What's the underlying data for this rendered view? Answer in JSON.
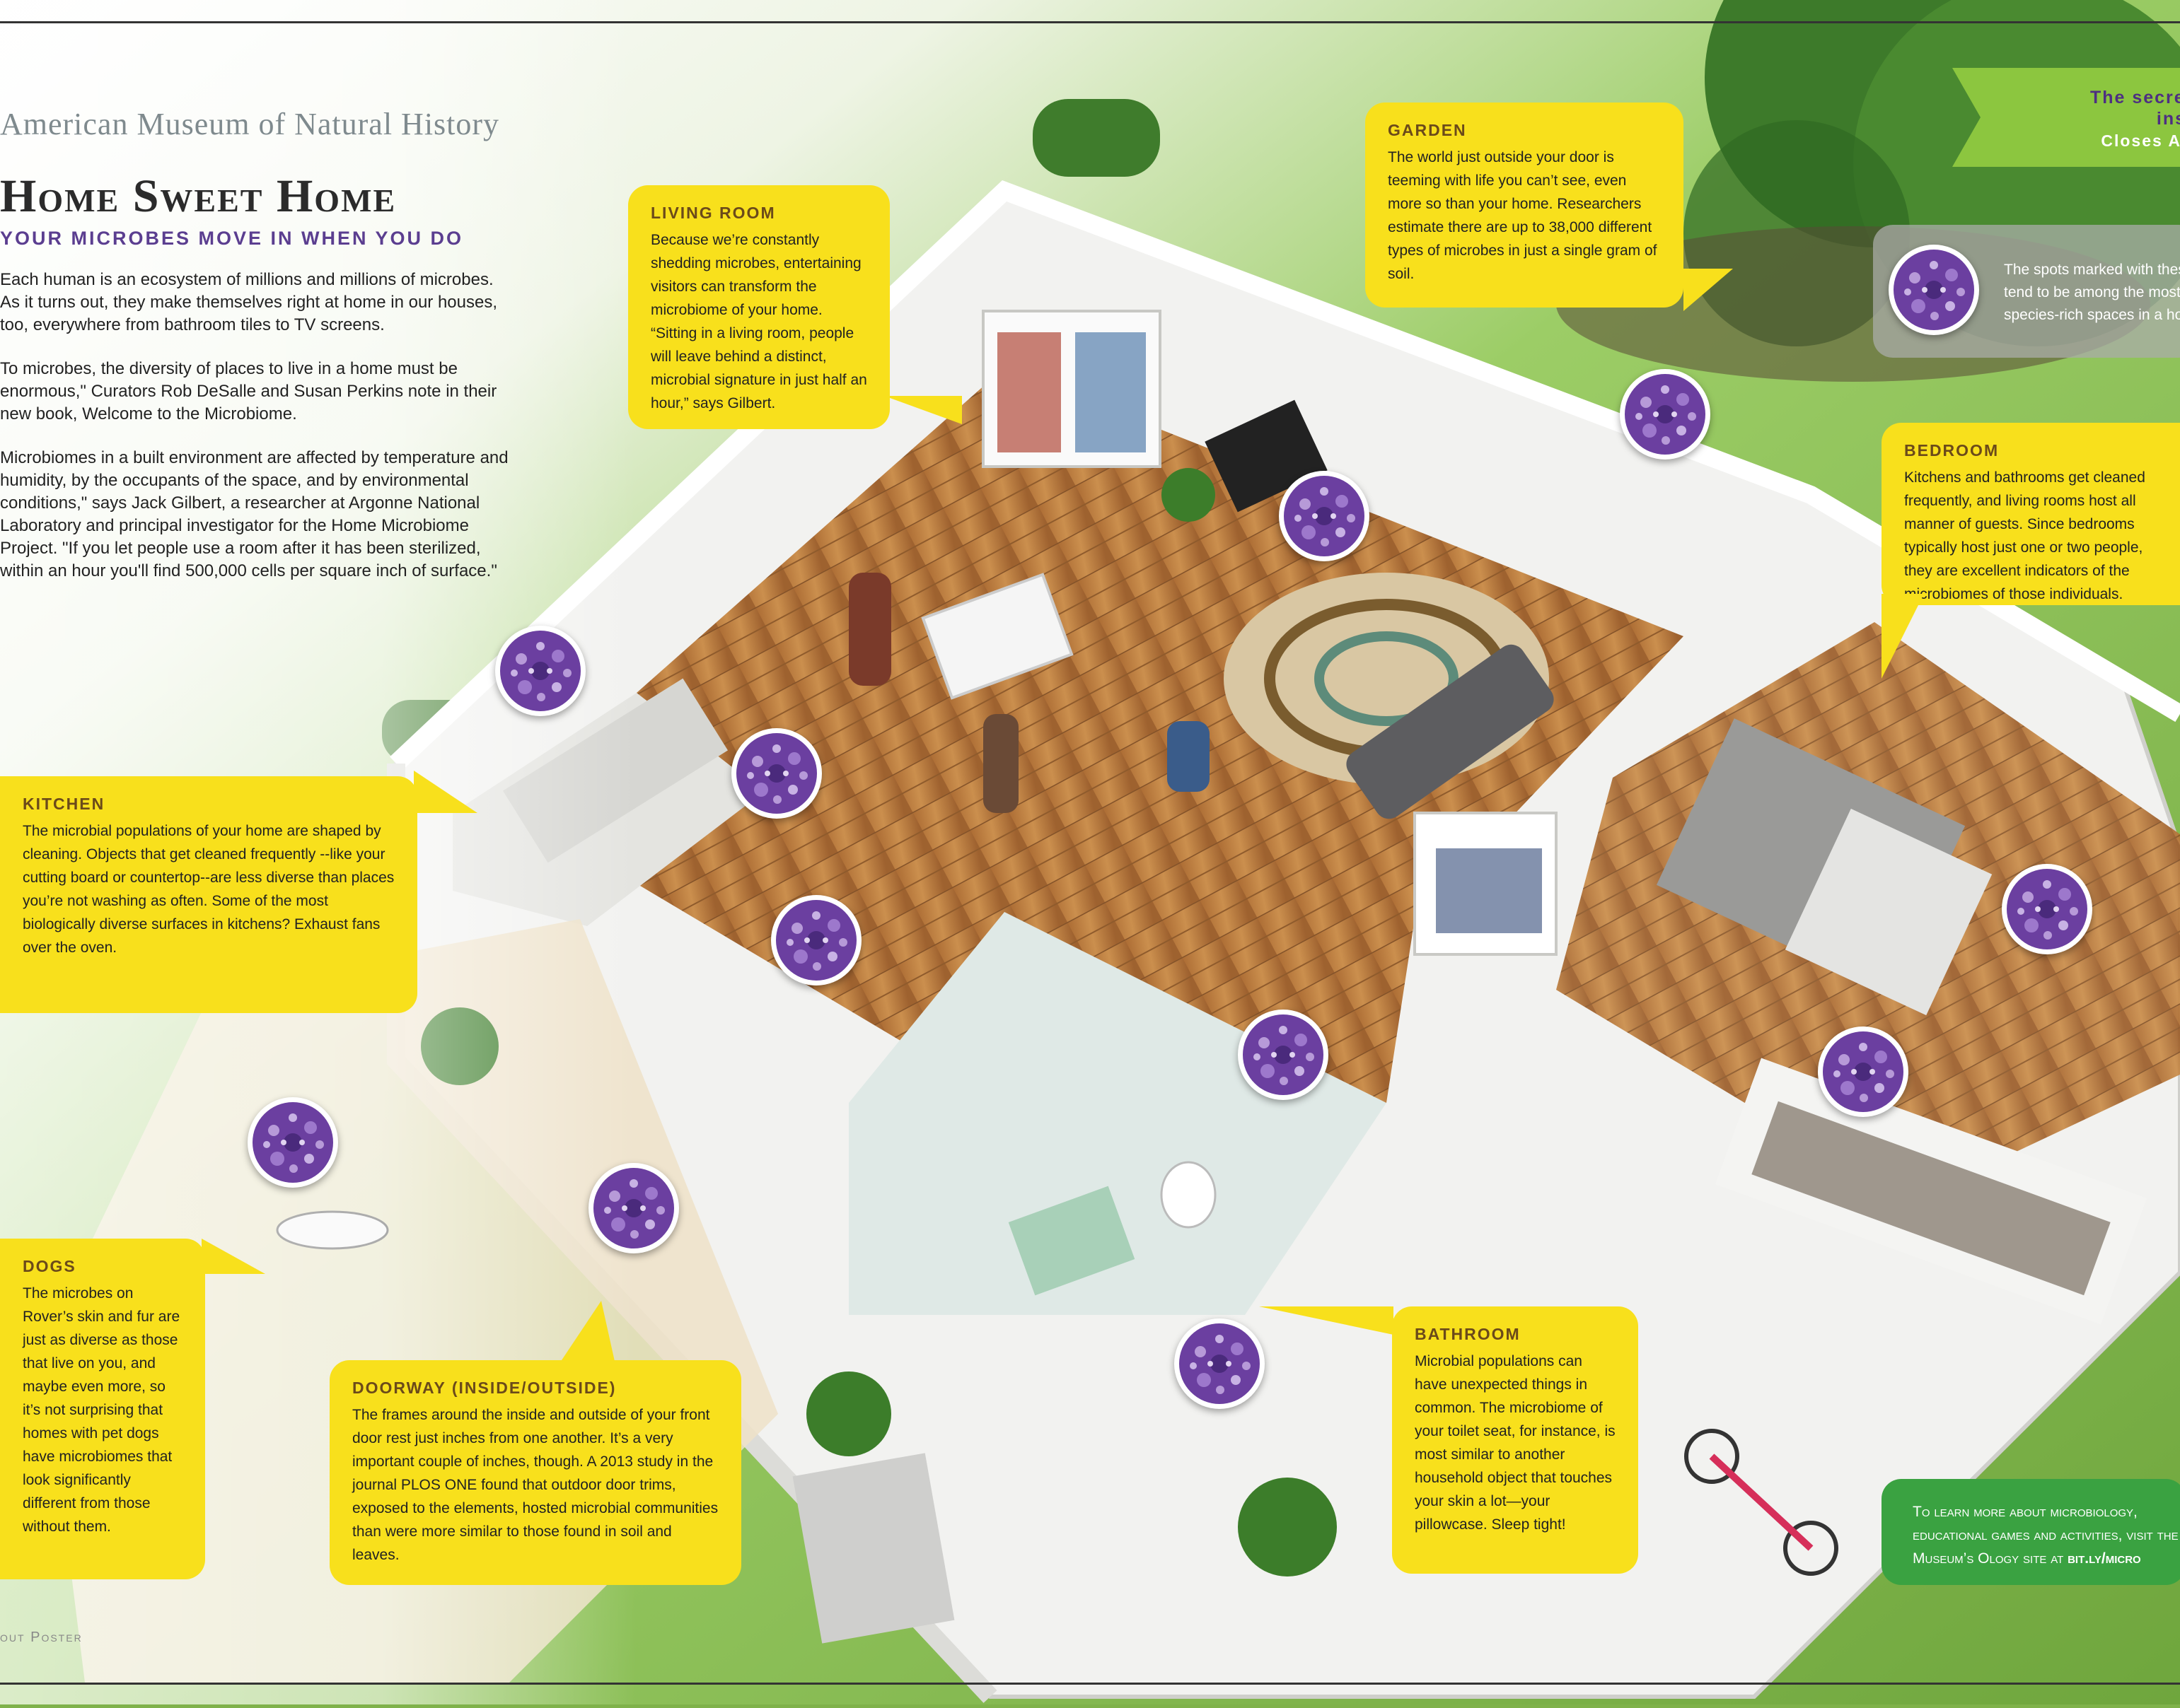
{
  "header": {
    "museum": "American Museum of Natural History",
    "title": "Home Sweet Home",
    "subtitle": "Your microbes move in when you do"
  },
  "intro": [
    "Each human is an ecosystem of millions and millions of microbes. As it turns out, they make themselves right at home in our houses, too, everywhere from bathroom tiles to TV screens.",
    "To microbes, the diversity of places to live in a home must be enormous,\" Curators Rob DeSalle and Susan Perkins note in their new book, Welcome to the Microbiome.",
    "Microbiomes in a built environment are affected by temperature and humidity, by the occupants of the space, and by environmental conditions,\" says Jack Gilbert, a researcher at Argonne National Laboratory and principal investigator for the Home Microbiome Project. \"If you let people use a room after it has been sterilized, within an hour you'll find 500,000 cells per square inch of surface.\""
  ],
  "callouts": {
    "living_room": {
      "title": "Living Room",
      "body": "Because we’re constantly shedding microbes, entertaining visitors can transform the microbiome of your home. “Sitting in a living room, people will leave behind a distinct, microbial signature in just half an hour,” says Gilbert."
    },
    "garden": {
      "title": "Garden",
      "body": "The world just outside your door is teeming with life you can’t see, even more so than your home. Researchers estimate there are up to 38,000 different types of microbes in just a single gram of soil."
    },
    "kitchen": {
      "title": "Kitchen",
      "body": "The microbial populations of your home are shaped by cleaning. Objects that get cleaned frequently --like your cutting board or countertop--are less diverse than places you’re not washing as often. Some of the most biologically diverse surfaces in kitchens? Exhaust fans over the oven."
    },
    "bedroom": {
      "title": "Bedroom",
      "body": "Kitchens and bathrooms get cleaned frequently, and living rooms host all manner of guests. Since bedrooms typically host just one or two people, they are excellent indicators of the microbiomes of those individuals."
    },
    "dogs": {
      "title": "Dogs",
      "body": "The microbes on Rover’s skin and fur are just as diverse as those that live on you, and maybe even more, so it’s not surprising that homes with pet dogs have microbiomes that look significantly different from those without them."
    },
    "doorway": {
      "title": "Doorway (Inside/Outside)",
      "body": "The frames around the inside and outside of your front door rest just inches from one another. It’s a very important couple of inches, though. A 2013 study in the journal PLOS ONE found that outdoor door trims, exposed to the elements, hosted microbial communities than were more similar to those found in soil and leaves."
    },
    "bathroom": {
      "title": "Bathroom",
      "body": "Microbial populations can have unexpected things in common. The microbiome of your toilet seat, for instance, is most similar to another household object that touches your skin a lot—your pillowcase. Sleep tight!"
    }
  },
  "legend_note": "The spots marked with these tend to be among the most species-rich spaces in a home.",
  "banner": {
    "line1": "The secret",
    "line2": "insi",
    "line3": "Closes Au"
  },
  "learn_more": {
    "text": "To learn more about microbiology, educational games and activities, visit the Museum’s Ology site at",
    "link": "bit.ly/micro"
  },
  "footer": "out Poster",
  "colors": {
    "callout": "#f8e01c",
    "microbe_purple": "#6b3fa0",
    "learn_green": "#3aa241",
    "banner_green": "#8cc63f"
  }
}
